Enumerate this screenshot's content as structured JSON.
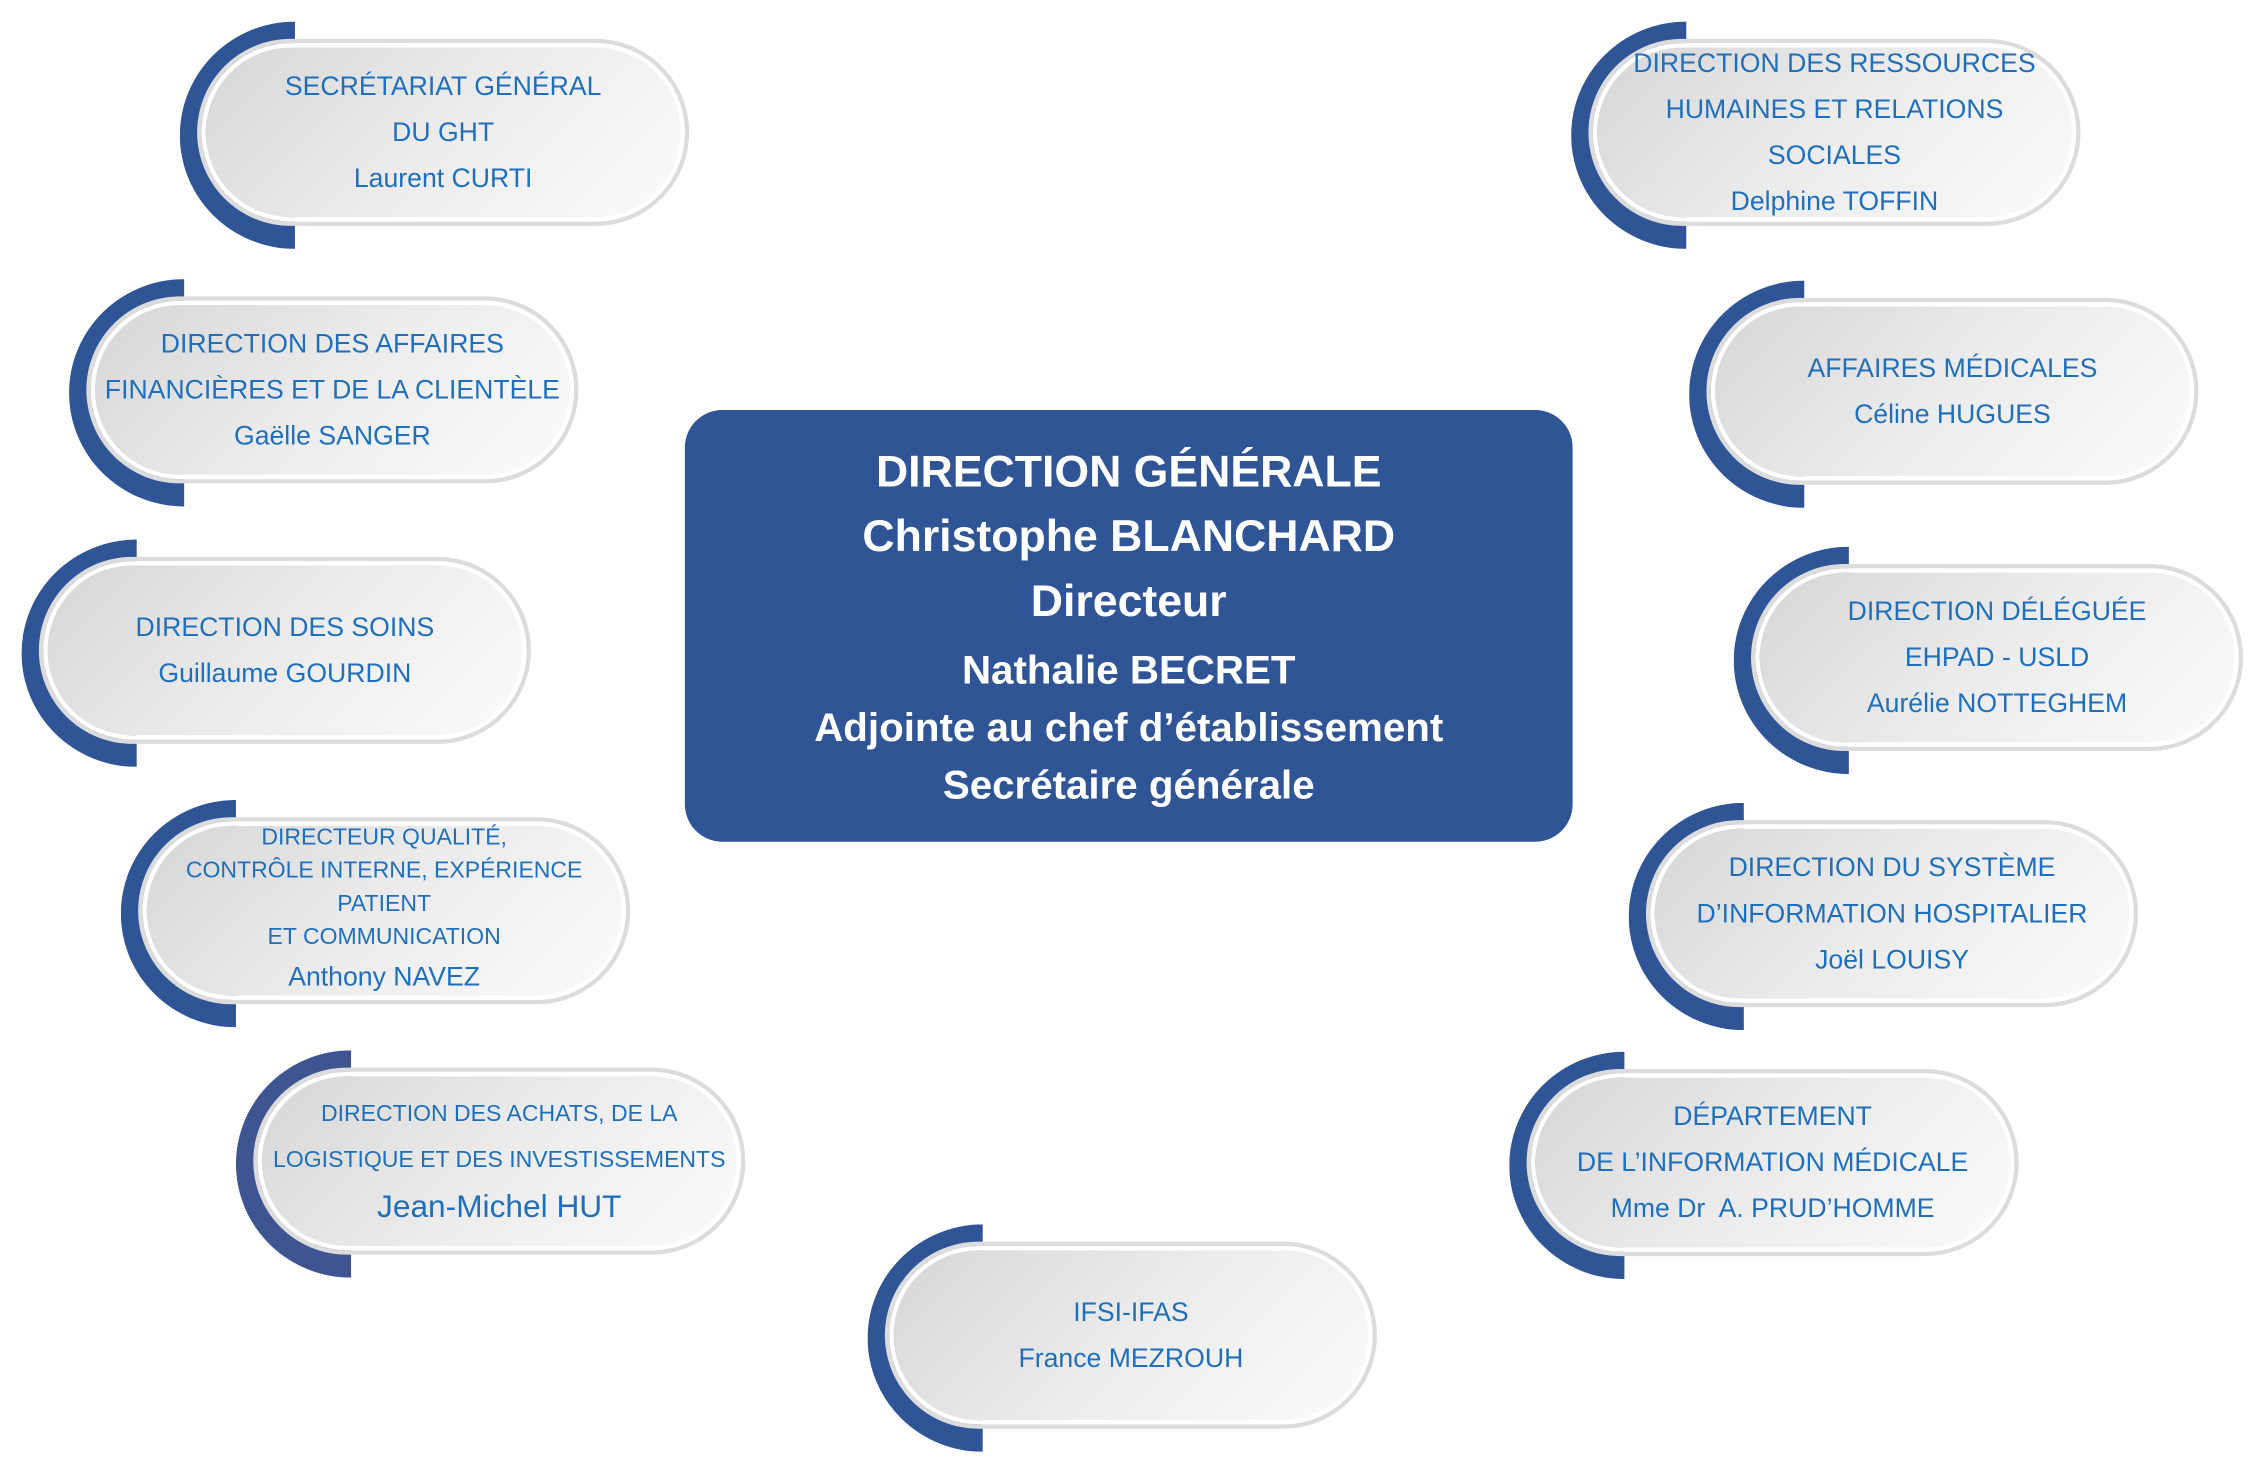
{
  "colors": {
    "accent": "#2f5597",
    "text": "#1f6fba"
  },
  "center": {
    "title": "DIRECTION GÉNÉRALE",
    "director_name": "Christophe BLANCHARD",
    "director_role": "Directeur",
    "deputy_name": "Nathalie BECRET",
    "deputy_role": "Adjointe au chef d’établissement",
    "deputy_role2": "Secrétaire générale"
  },
  "nodes": {
    "secretariat": {
      "line1": "SECRÉTARIAT GÉNÉRAL",
      "line2": "DU GHT",
      "name": "Laurent CURTI"
    },
    "finances": {
      "line1": "DIRECTION DES AFFAIRES",
      "line2": "FINANCIÈRES ET DE LA CLIENTÈLE",
      "name": "Gaëlle SANGER"
    },
    "soins": {
      "line1": "DIRECTION DES SOINS",
      "name": "Guillaume GOURDIN"
    },
    "qualite": {
      "line1": "DIRECTEUR QUALITÉ,",
      "line2": "CONTRÔLE INTERNE, EXPÉRIENCE PATIENT",
      "line3": "ET COMMUNICATION",
      "name": "Anthony NAVEZ"
    },
    "achats": {
      "line1": "DIRECTION DES ACHATS, DE LA",
      "line2": "LOGISTIQUE ET DES INVESTISSEMENTS",
      "name": "Jean-Michel HUT"
    },
    "ifsi": {
      "line1": "IFSI-IFAS",
      "name": "France MEZROUH"
    },
    "rh": {
      "line1": "DIRECTION DES RESSOURCES",
      "line2": "HUMAINES ET RELATIONS SOCIALES",
      "name": "Delphine TOFFIN"
    },
    "medicales": {
      "line1": "AFFAIRES MÉDICALES",
      "name": "Céline HUGUES"
    },
    "deleguee": {
      "line1": "DIRECTION DÉLÉGUÉE",
      "line2": "EHPAD - USLD",
      "name": "Aurélie NOTTEGHEM"
    },
    "sih": {
      "line1": "DIRECTION DU SYSTÈME",
      "line2": "D’INFORMATION HOSPITALIER",
      "name": "Joël LOUISY"
    },
    "dim": {
      "line1": "DÉPARTEMENT",
      "line2": "DE L’INFORMATION MÉDICALE",
      "name": "Mme Dr  A. PRUD’HOMME"
    }
  }
}
